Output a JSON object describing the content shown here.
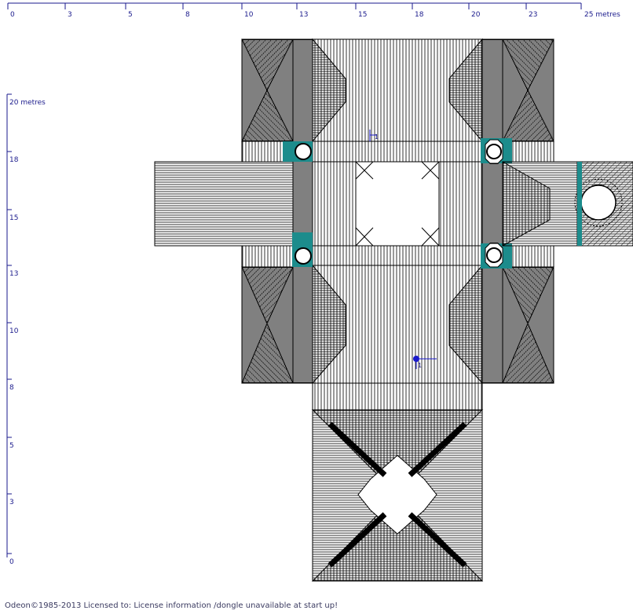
{
  "ruler_top": {
    "labels": [
      "0",
      "3",
      "5",
      "8",
      "10",
      "13",
      "15",
      "18",
      "20",
      "23",
      "25 metres"
    ]
  },
  "ruler_left": {
    "labels": [
      "20 metres",
      "18",
      "15",
      "13",
      "10",
      "8",
      "5",
      "3",
      "0"
    ]
  },
  "markers": {
    "source_label": "1",
    "receiver_label": "1"
  },
  "colors": {
    "ruler": "#1a1a8c",
    "hatch": "#000000",
    "teal": "#1c8c8c",
    "marker": "#1a1acc"
  },
  "footer": {
    "text": "Odeon©1985-2013   Licensed to: License information /dongle unavailable at start up!"
  }
}
